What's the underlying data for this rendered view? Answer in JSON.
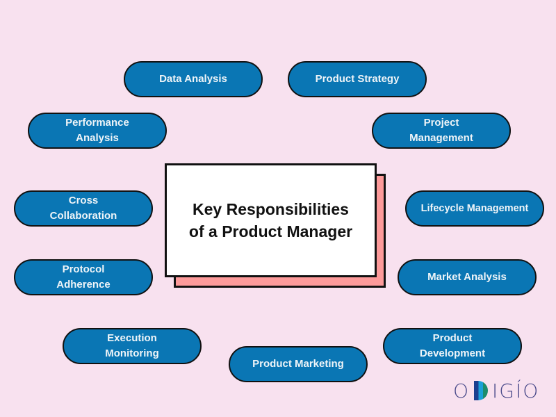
{
  "diagram": {
    "title": {
      "line1": "Key Responsibilities",
      "line2": "of a Product Manager"
    },
    "colors": {
      "background": "#f8e1ef",
      "pill_fill": "#0a76b4",
      "pill_text": "#eef4f8",
      "card_fill": "#ffffff",
      "card_shadow": "#fd9a9a",
      "border": "#111111"
    },
    "nodes": [
      {
        "id": "data-analysis",
        "lines": [
          "Data Analysis"
        ]
      },
      {
        "id": "product-strategy",
        "lines": [
          "Product Strategy"
        ]
      },
      {
        "id": "performance-analysis",
        "lines": [
          "Performance",
          "Analysis"
        ]
      },
      {
        "id": "project-management",
        "lines": [
          "Project",
          "Management"
        ]
      },
      {
        "id": "cross-collaboration",
        "lines": [
          "Cross",
          "Collaboration"
        ]
      },
      {
        "id": "lifecycle-management",
        "lines": [
          "Lifecycle Management"
        ]
      },
      {
        "id": "protocol-adherence",
        "lines": [
          "Protocol",
          "Adherence"
        ]
      },
      {
        "id": "market-analysis",
        "lines": [
          "Market Analysis"
        ]
      },
      {
        "id": "execution-monitoring",
        "lines": [
          "Execution",
          "Monitoring"
        ]
      },
      {
        "id": "product-development",
        "lines": [
          "Product",
          "Development"
        ]
      },
      {
        "id": "product-marketing",
        "lines": [
          "Product Marketing"
        ]
      }
    ]
  },
  "logo": {
    "prefix": "O",
    "suffix": "IGÍO"
  }
}
